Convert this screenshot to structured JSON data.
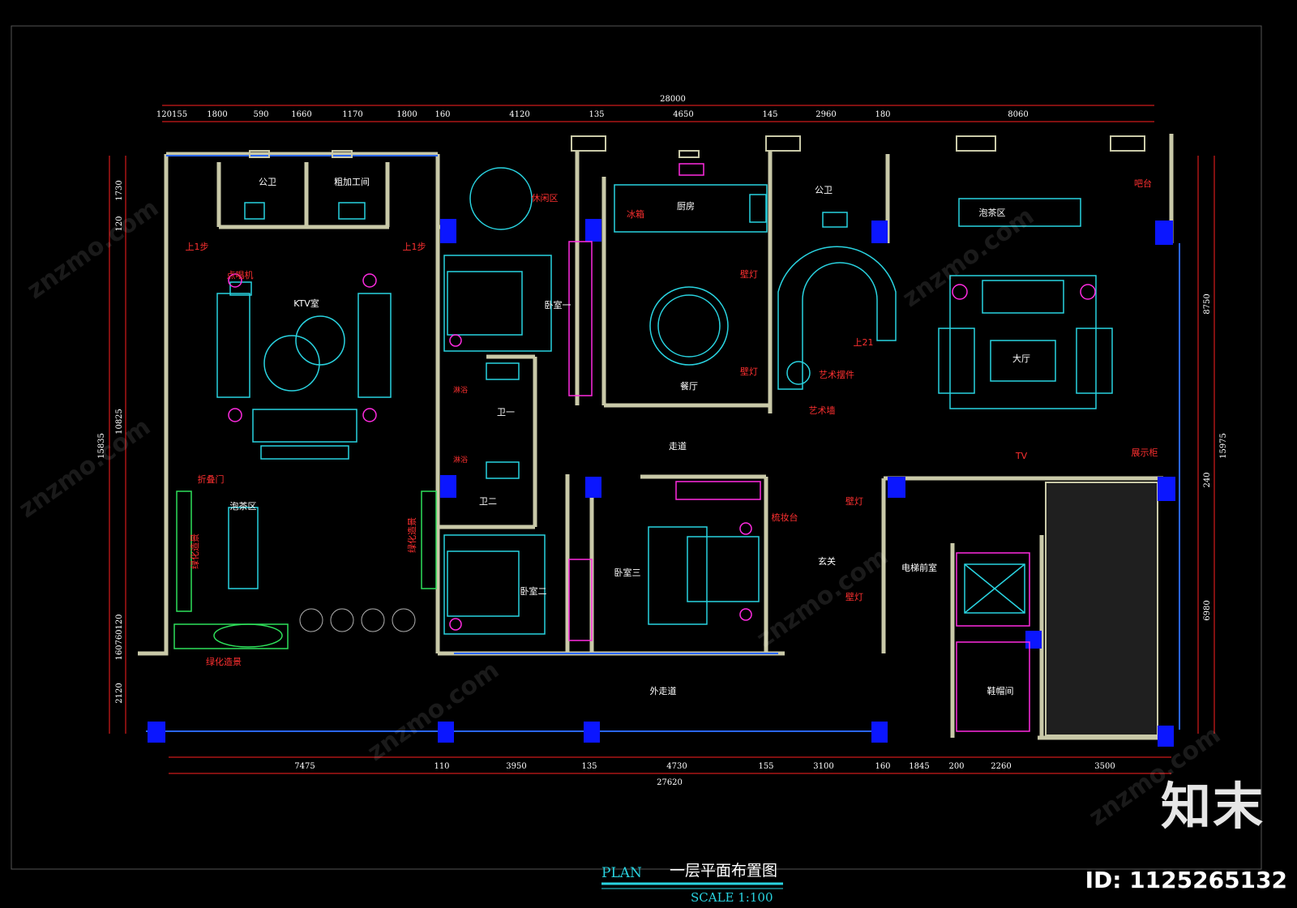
{
  "title": {
    "plan": "PLAN",
    "name": "一层平面布置图",
    "scale": "SCALE    1:100"
  },
  "dims_top": {
    "total": "28000",
    "segments": [
      "120155",
      "1800",
      "590",
      "1660",
      "1170",
      "1800",
      "160",
      "4120",
      "135",
      "4650",
      "145",
      "2960",
      "180",
      "8060"
    ]
  },
  "dims_bottom": {
    "total": "27620",
    "segments": [
      "7475",
      "110",
      "3950",
      "135",
      "4730",
      "155",
      "3100",
      "160",
      "1845",
      "200",
      "2260",
      "3500"
    ]
  },
  "dims_left": {
    "total": "15835",
    "segments": [
      "1730",
      "120",
      "10825",
      "120",
      "760",
      "160",
      "2120"
    ]
  },
  "dims_right": {
    "total": "15975",
    "segments": [
      "8750",
      "240",
      "6980"
    ]
  },
  "rooms": {
    "gongwei1": "公卫",
    "cujiagong": "粗加工间",
    "shang1bu_l": "上1步",
    "shang1bu_r": "上1步",
    "dianbo": "点唱机",
    "ktv": "KTV室",
    "zhedie": "折叠门",
    "paocha1": "泡茶区",
    "lvhua_a": "绿化造景",
    "lvhua_b": "绿化造景",
    "lvhua_bottom": "绿化造景",
    "xiuxian": "休闲区",
    "woshi1": "卧室一",
    "linyu1": "淋浴",
    "wei1": "卫一",
    "linyu2": "淋浴",
    "wei2": "卫二",
    "woshi2": "卧室二",
    "chufang": "厨房",
    "bingxiang": "冰箱",
    "canting": "餐厅",
    "bideng1": "壁灯",
    "bideng2": "壁灯",
    "zoudao": "走道",
    "woshi3": "卧室三",
    "shuzhuang": "梳妆台",
    "gongwei2": "公卫",
    "shang21": "上21",
    "yishu_bj": "艺术摆件",
    "yishu_q": "艺术墙",
    "paocha2": "泡茶区",
    "ba": "吧台",
    "dating": "大厅",
    "tv": "TV",
    "zhanshi": "展示柜",
    "bideng3": "壁灯",
    "xuanguan": "玄关",
    "bideng4": "壁灯",
    "dianti": "电梯前室",
    "xiemao": "鞋帽间",
    "waizoudao": "外走道"
  },
  "colors": {
    "wall": "#c9c9a8",
    "furniture": "#29d3e0",
    "accent": "#ff2be0",
    "label": "#ff3030",
    "dim": "#ff2020",
    "text": "#ffffff",
    "column": "#0b16ff"
  },
  "watermark": "znzmo.com",
  "brand": {
    "logo": "知末",
    "id": "ID: 1125265132"
  }
}
